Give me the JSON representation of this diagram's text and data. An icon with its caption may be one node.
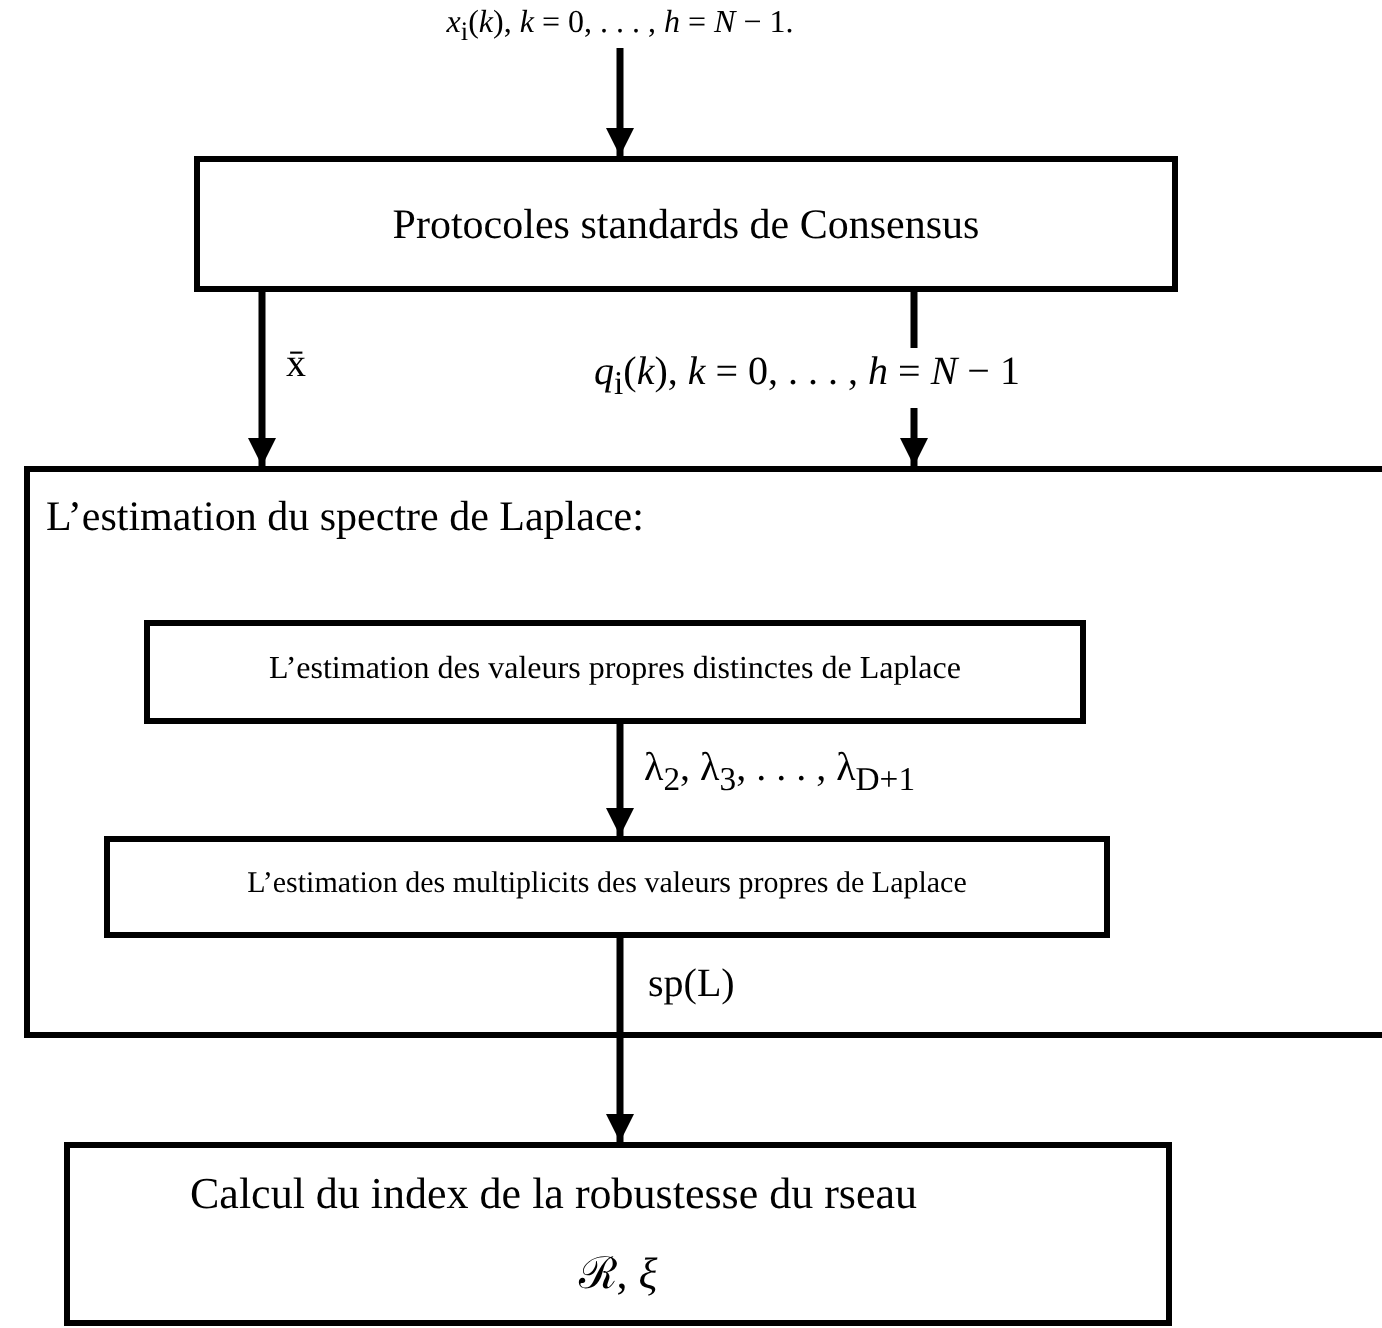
{
  "diagram": {
    "nodes": [
      {
        "text": [
          "*x*$_{i}$(*k*), *k* = 0, . . . , *h* = *N* − 1."
        ]
      },
      {
        "text": [
          "Protocoles standards de Consensus"
        ]
      },
      {
        "text": [
          "L’estimation du spectre de Laplace:"
        ]
      },
      {
        "text": [
          "L’estimation des valeurs propres distinctes de Laplace"
        ],
        "in": 2
      },
      {
        "text": [
          "L’estimation des multiplicits des valeurs propres de Laplace"
        ],
        "in": 2
      },
      {
        "text": [
          "Calcul du index de la robustesse du rseau",
          "ℛ, *ξ*"
        ]
      }
    ],
    "edges": [
      {
        "from": 0,
        "to": 1,
        "arrow": "to"
      },
      {
        "from": 1,
        "to": 2,
        "arrow": "to",
        "label": "x̄"
      },
      {
        "from": 1,
        "to": 2,
        "arrow": "to",
        "label": "*q*$_{i}$(*k*), *k* = 0, . . . , *h* = *N* − 1"
      },
      {
        "from": 3,
        "to": 4,
        "arrow": "to",
        "label": "λ$_{2}$, λ$_{3}$, . . . , λ$_{D+1}$"
      },
      {
        "from": 4,
        "to": 5,
        "arrow": "to",
        "label": "sp(L)"
      }
    ]
  }
}
